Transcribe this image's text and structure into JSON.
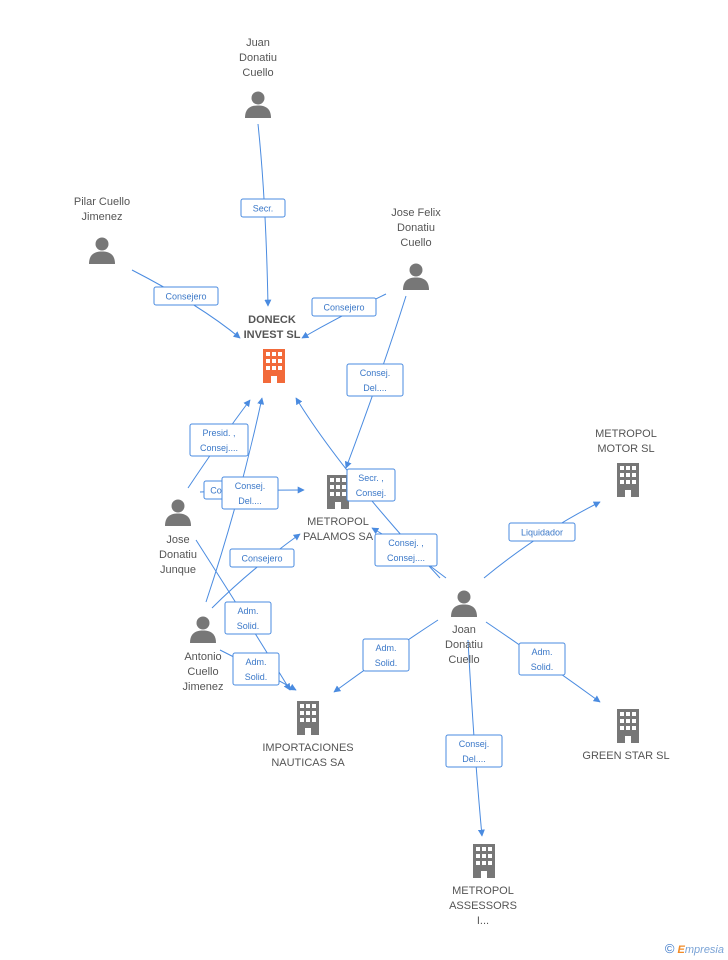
{
  "colors": {
    "edge": "#4a8be0",
    "person_icon": "#777777",
    "company_icon": "#777777",
    "main_company_icon": "#f26a3a",
    "label_text": "#555555"
  },
  "nodes": [
    {
      "id": "juan-donatiu-cuello",
      "kind": "person",
      "lines": [
        "Juan",
        "Donatiu",
        "Cuello"
      ]
    },
    {
      "id": "pilar-cuello-jimenez",
      "kind": "person",
      "lines": [
        "Pilar Cuello",
        "Jimenez"
      ]
    },
    {
      "id": "jose-felix-donatiu-cuello",
      "kind": "person",
      "lines": [
        "Jose Felix",
        "Donatiu",
        "Cuello"
      ]
    },
    {
      "id": "doneck-invest",
      "kind": "main-company",
      "lines": [
        "DONECK",
        "INVEST SL"
      ]
    },
    {
      "id": "metropol-palamos",
      "kind": "company",
      "lines": [
        "METROPOL",
        "PALAMOS SA"
      ]
    },
    {
      "id": "metropol-motor",
      "kind": "company",
      "lines": [
        "METROPOL",
        "MOTOR SL"
      ]
    },
    {
      "id": "jose-donatiu-junque",
      "kind": "person",
      "lines": [
        "Jose",
        "Donatiu",
        "Junque"
      ]
    },
    {
      "id": "antonio-cuello-jimenez",
      "kind": "person",
      "lines": [
        "Antonio",
        "Cuello",
        "Jimenez"
      ]
    },
    {
      "id": "joan-donatiu-cuello",
      "kind": "person",
      "lines": [
        "Joan",
        "Donatiu",
        "Cuello"
      ]
    },
    {
      "id": "importaciones-nauticas",
      "kind": "company",
      "lines": [
        "IMPORTACIONES",
        "NAUTICAS SA"
      ]
    },
    {
      "id": "green-star",
      "kind": "company",
      "lines": [
        "GREEN STAR SL"
      ]
    },
    {
      "id": "metropol-assessors",
      "kind": "company",
      "lines": [
        "METROPOL",
        "ASSESSORS",
        "I..."
      ]
    }
  ],
  "edges": [
    {
      "id": "e-juan-doneck",
      "lines": [
        "Secr."
      ]
    },
    {
      "id": "e-pilar-doneck",
      "lines": [
        "Consejero"
      ]
    },
    {
      "id": "e-josefelix-doneck",
      "lines": [
        "Consejero"
      ]
    },
    {
      "id": "e-josefelix-palamos",
      "lines": [
        "Consej.",
        "Del...."
      ]
    },
    {
      "id": "e-josedj-doneck",
      "lines": [
        "Presid. ,",
        "Consej...."
      ]
    },
    {
      "id": "e-josedj-palamos",
      "lines": [
        "Co"
      ]
    },
    {
      "id": "e-antonio-doneck",
      "lines": [
        "Consej.",
        "Del...."
      ]
    },
    {
      "id": "e-antonio-palamos",
      "lines": [
        "Consejero"
      ]
    },
    {
      "id": "e-joan-palamos-secr",
      "lines": [
        "Secr. ,",
        "Consej."
      ]
    },
    {
      "id": "e-joan-palamos",
      "lines": [
        "Consej. ,",
        "Consej...."
      ]
    },
    {
      "id": "e-joan-motor",
      "lines": [
        "Liquidador"
      ]
    },
    {
      "id": "e-josedj-importaciones",
      "lines": [
        "Adm.",
        "Solid."
      ]
    },
    {
      "id": "e-antonio-importaciones",
      "lines": [
        "Adm.",
        "Solid."
      ]
    },
    {
      "id": "e-joan-importaciones",
      "lines": [
        "Adm.",
        "Solid."
      ]
    },
    {
      "id": "e-joan-greenstar",
      "lines": [
        "Adm.",
        "Solid."
      ]
    },
    {
      "id": "e-joan-assessors",
      "lines": [
        "Consej.",
        "Del...."
      ]
    }
  ],
  "watermark": {
    "symbol": "©",
    "brand_initial": "E",
    "brand_rest": "mpresia"
  }
}
